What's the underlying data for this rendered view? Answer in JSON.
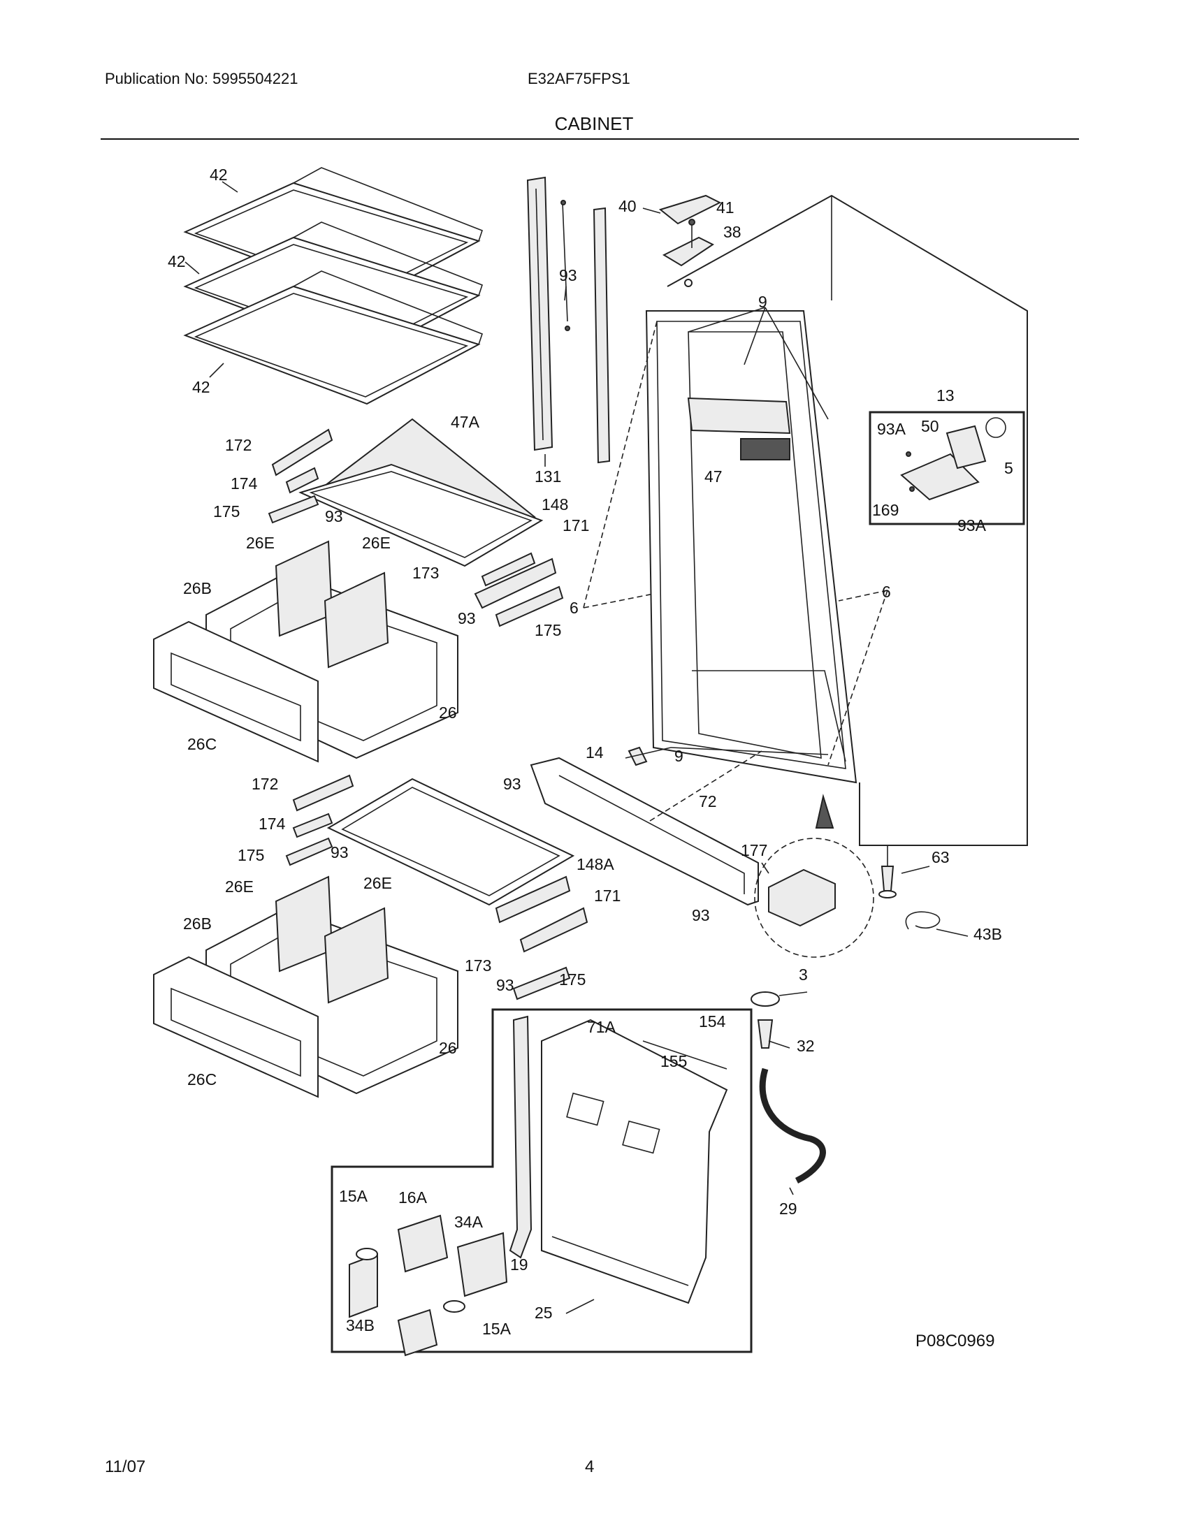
{
  "header": {
    "publication": "Publication No: 5995504221",
    "model": "E32AF75FPS1",
    "section_title": "CABINET"
  },
  "figure_code": "P08C0969",
  "footer": {
    "date": "11/07",
    "page": "4"
  },
  "callouts": {
    "c42a": "42",
    "c42b": "42",
    "c42c": "42",
    "c93_rail": "93",
    "c131": "131",
    "c40": "40",
    "c41": "41",
    "c38": "38",
    "c9_top": "9",
    "c47": "47",
    "c13": "13",
    "c93A_a": "93A",
    "c50": "50",
    "c5": "5",
    "c169": "169",
    "c93A_b": "93A",
    "c47A": "47A",
    "c172_a": "172",
    "c174_a": "174",
    "c175_a": "175",
    "c93_a": "93",
    "c148": "148",
    "c171_a": "171",
    "c173_a": "173",
    "c93_b": "93",
    "c175_b": "175",
    "c26E_a": "26E",
    "c26E_b": "26E",
    "c26B_a": "26B",
    "c26C_a": "26C",
    "c26_a": "26",
    "c6_left": "6",
    "c6_right": "6",
    "c9_bottom": "9",
    "c14": "14",
    "c93_c": "93",
    "c72": "72",
    "c177": "177",
    "c93_d": "93",
    "c63": "63",
    "c43B": "43B",
    "c172_b": "172",
    "c174_b": "174",
    "c175_c": "175",
    "c93_e": "93",
    "c148A": "148A",
    "c171_b": "171",
    "c173_b": "173",
    "c93_f": "93",
    "c175_d": "175",
    "c26E_c": "26E",
    "c26E_d": "26E",
    "c26B_b": "26B",
    "c26C_b": "26C",
    "c26_b": "26",
    "c3": "3",
    "c32": "32",
    "c29": "29",
    "c71A": "71A",
    "c154": "154",
    "c155": "155",
    "c15A_a": "15A",
    "c16A": "16A",
    "c34A": "34A",
    "c19": "19",
    "c34B": "34B",
    "c15A_b": "15A",
    "c25": "25"
  }
}
